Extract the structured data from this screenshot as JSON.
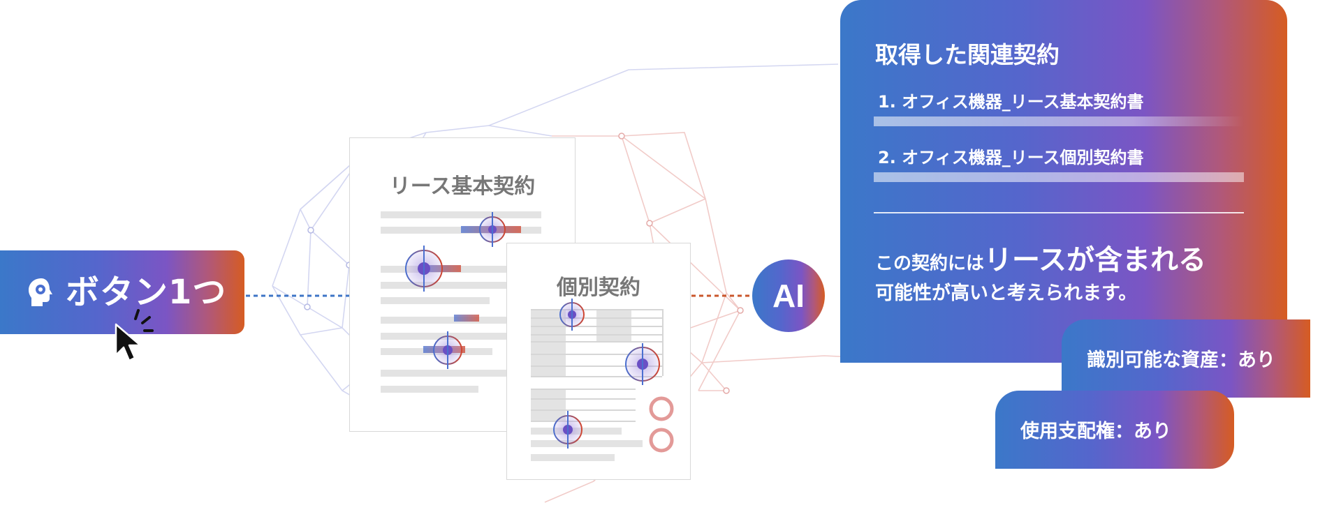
{
  "button": {
    "label": "ボタン1つ",
    "icon": "brain-head-icon"
  },
  "cursor_icon": "click-cursor-icon",
  "doc_master": {
    "title": "リース基本契約"
  },
  "doc_individual": {
    "title": "個別契約"
  },
  "ai_badge": {
    "label": "AI"
  },
  "results": {
    "heading": "取得した関連契約",
    "contracts": [
      {
        "label": "1. オフィス機器_リース基本契約書"
      },
      {
        "label": "2. オフィス機器_リース個別契約書"
      }
    ],
    "conclusion_prefix": "この契約には",
    "conclusion_emphasis": "リースが含まれる",
    "conclusion_line2": "可能性が高いと考えられます。"
  },
  "tags": [
    {
      "label": "識別可能な資産：あり"
    },
    {
      "label": "使用支配権：あり"
    }
  ],
  "colors": {
    "blue": "#3b78c9",
    "purple": "#7b55c4",
    "orange": "#d65c22"
  }
}
